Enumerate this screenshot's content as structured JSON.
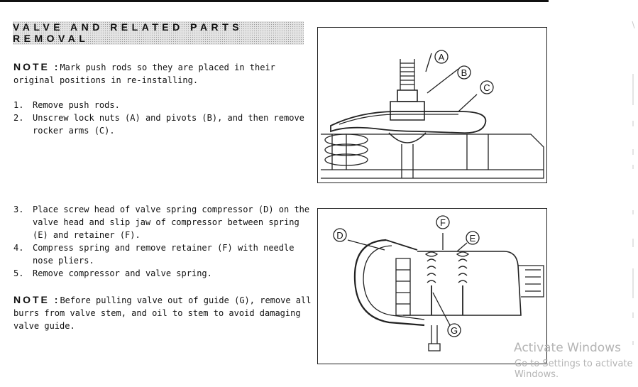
{
  "section": {
    "title_line1": "VALVE AND RELATED PARTS",
    "title_line2": "REMOVAL"
  },
  "note1": {
    "label": "NOTE :",
    "text": "Mark push rods so they are placed in their original positions in re-installing."
  },
  "steps_a": [
    {
      "num": "1.",
      "text": "Remove push rods."
    },
    {
      "num": "2.",
      "text": "Unscrew lock nuts (A) and pivots (B), and then remove rocker arms (C)."
    }
  ],
  "steps_b": [
    {
      "num": "3.",
      "text": "Place screw head of valve spring compressor (D) on the valve head and slip jaw of compressor between spring (E) and retainer (F)."
    },
    {
      "num": "4.",
      "text": "Compress spring and remove retainer (F) with needle nose pliers."
    },
    {
      "num": "5.",
      "text": "Remove compressor and valve spring."
    }
  ],
  "note2": {
    "label": "NOTE :",
    "text": "Before pulling valve out of guide (G), remove all burrs from valve stem, and oil to stem to avoid damaging valve guide."
  },
  "figure1": {
    "callouts": [
      "A",
      "B",
      "C"
    ]
  },
  "figure2": {
    "callouts": [
      "D",
      "E",
      "F",
      "G"
    ]
  },
  "watermark": {
    "title": "Activate Windows",
    "subtitle": "Go to Settings to activate Windows."
  }
}
